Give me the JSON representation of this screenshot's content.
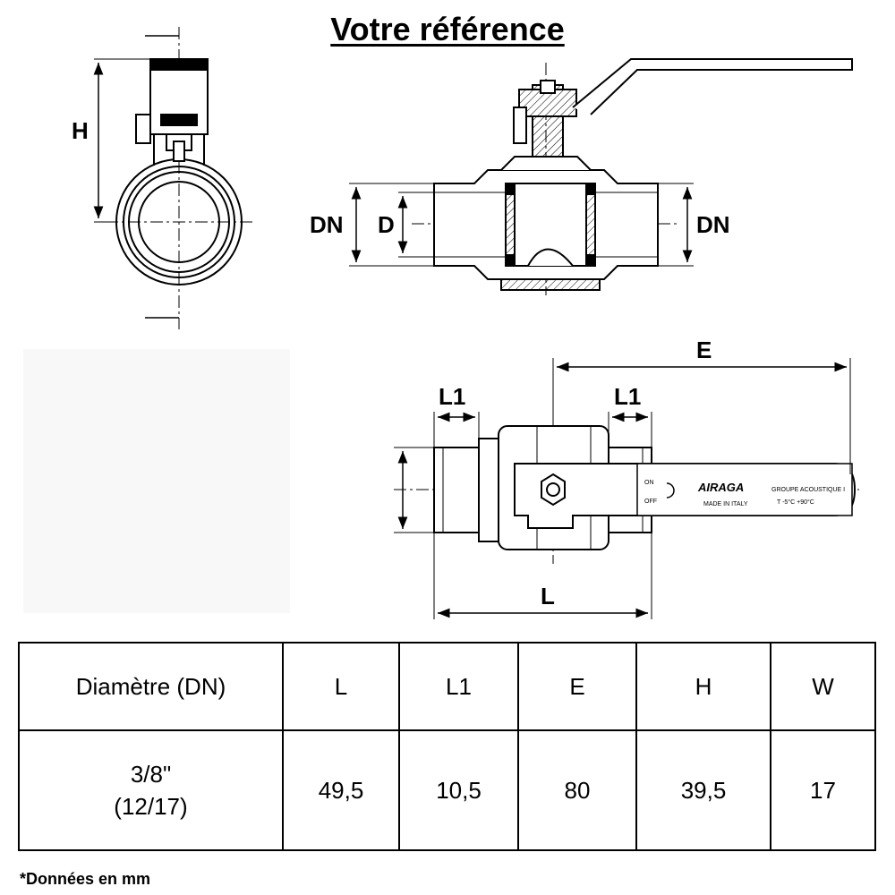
{
  "title": "Votre référence",
  "dimension_labels": {
    "h": "H",
    "dn_left": "DN",
    "d": "D",
    "dn_right": "DN",
    "e": "E",
    "l1_left": "L1",
    "l1_right": "L1",
    "l": "L"
  },
  "handle": {
    "brand": "AIRAGA",
    "made_in": "MADE IN ITALY",
    "group": "GROUPE ACOUSTIQUE I",
    "temp": "T -5°C +90°C",
    "on": "ON",
    "off": "OFF"
  },
  "table": {
    "headers": [
      "Diamètre (DN)",
      "L",
      "L1",
      "E",
      "H",
      "W"
    ],
    "row": {
      "diameter_line1": "3/8\"",
      "diameter_line2": "(12/17)",
      "values": [
        "49,5",
        "10,5",
        "80",
        "39,5",
        "17"
      ]
    }
  },
  "note": "*Données en mm",
  "colors": {
    "line": "#000000",
    "background": "#ffffff",
    "fill_light": "#f2f2f2"
  }
}
